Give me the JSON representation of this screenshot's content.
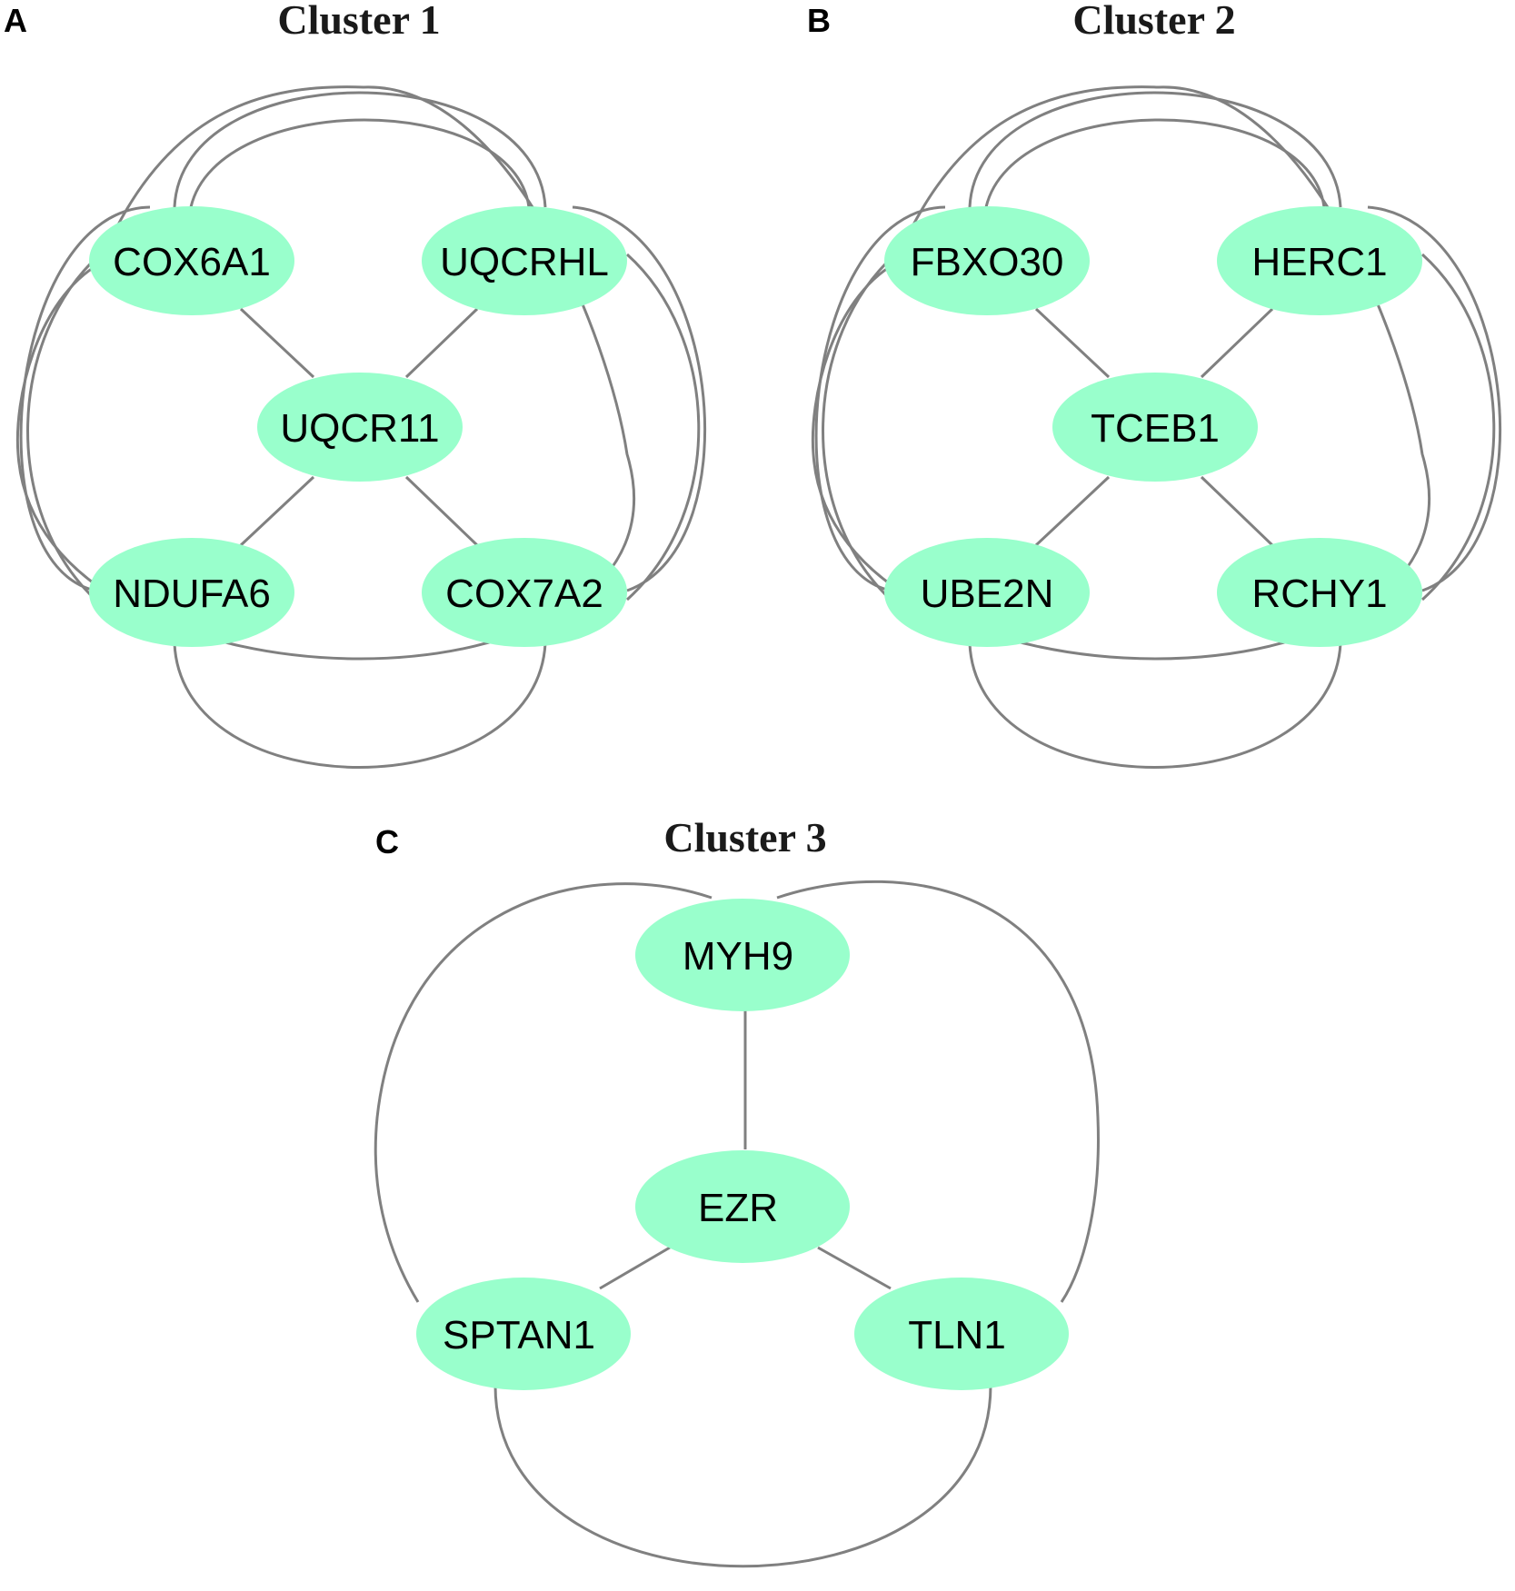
{
  "colors": {
    "node_fill": "#99ffcc",
    "edge_stroke": "#808080",
    "text": "#000000"
  },
  "panels": {
    "A": {
      "letter": "A",
      "title": "Cluster 1",
      "nodes": {
        "top_left": "COX6A1",
        "top_right": "UQCRHL",
        "center": "UQCR11",
        "bottom_left": "NDUFA6",
        "bottom_right": "COX7A2"
      }
    },
    "B": {
      "letter": "B",
      "title": "Cluster 2",
      "nodes": {
        "top_left": "FBXO30",
        "top_right": "HERC1",
        "center": "TCEB1",
        "bottom_left": "UBE2N",
        "bottom_right": "RCHY1"
      }
    },
    "C": {
      "letter": "C",
      "title": "Cluster 3",
      "nodes": {
        "top": "MYH9",
        "center": "EZR",
        "bottom_left": "SPTAN1",
        "bottom_right": "TLN1"
      }
    }
  }
}
